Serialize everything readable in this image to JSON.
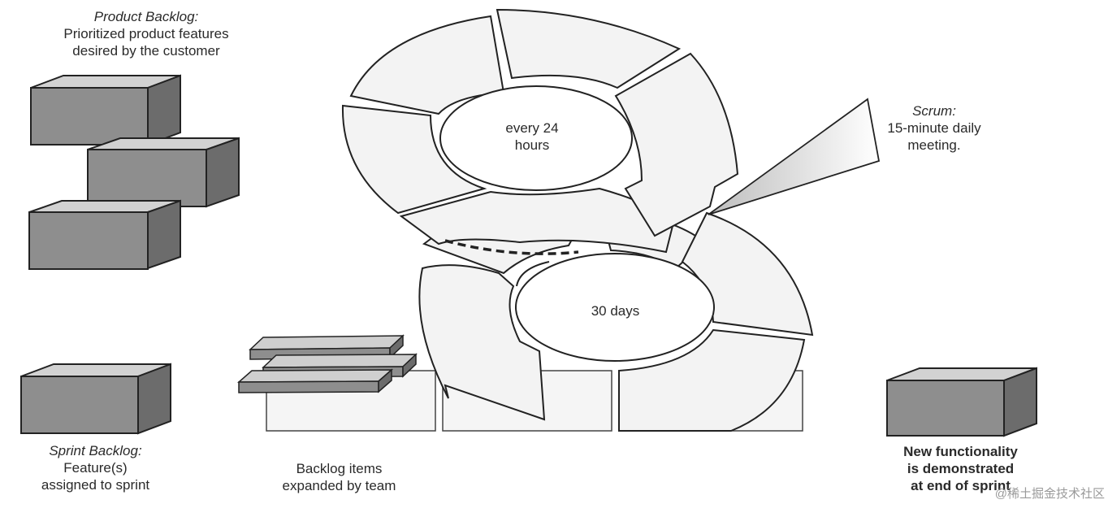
{
  "product_backlog": {
    "heading": "Product Backlog:",
    "lines": [
      "Prioritized product features",
      "desired by the customer"
    ]
  },
  "sprint_backlog": {
    "heading": "Sprint Backlog:",
    "lines": [
      "Feature(s)",
      "assigned to sprint"
    ]
  },
  "backlog_items": {
    "lines": [
      "Backlog items",
      "expanded by team"
    ]
  },
  "daily_cycle": {
    "lines": [
      "every 24",
      "hours"
    ]
  },
  "sprint_cycle": {
    "text": "30 days"
  },
  "scrum_meeting": {
    "heading": "Scrum:",
    "lines": [
      "15-minute daily",
      "meeting."
    ]
  },
  "new_functionality": {
    "lines": [
      "New functionality",
      "is demonstrated",
      "at end of sprint"
    ]
  },
  "watermark": "@稀土掘金技术社区",
  "colors": {
    "box_front": "#8e8e8e",
    "box_top": "#d2d2d2",
    "box_side": "#6c6c6c",
    "ring_fill": "#f3f3f3",
    "outline": "#222222"
  }
}
